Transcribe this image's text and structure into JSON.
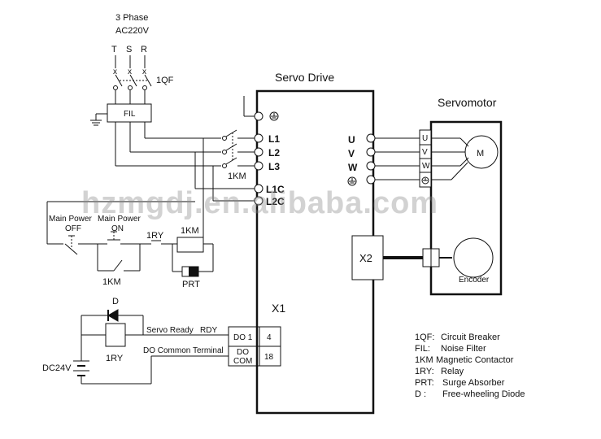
{
  "supply": {
    "title_line1": "3 Phase",
    "title_line2": "AC220V",
    "phases": [
      "T",
      "S",
      "R"
    ],
    "breaker": "1QF",
    "filter": "FIL"
  },
  "drive": {
    "title": "Servo Drive",
    "power_terminals": [
      "L1",
      "L2",
      "L3",
      "L1C",
      "L2C"
    ],
    "motor_terminals": [
      "U",
      "V",
      "W"
    ],
    "x1": "X1",
    "x2": "X2",
    "contactor_label": "1KM"
  },
  "motor": {
    "title": "Servomotor",
    "box_terminals": [
      "U",
      "V",
      "W"
    ],
    "motor_symbol": "M",
    "encoder": "Encoder"
  },
  "control": {
    "main_power_off": "Main Power",
    "off": "OFF",
    "main_power_on": "Main Power",
    "on": "ON",
    "relay": "1RY",
    "contactor_coil": "1KM",
    "self_hold": "1KM",
    "prt": "PRT"
  },
  "io": {
    "diode": "D",
    "relay_coil": "1RY",
    "servo_ready": "Servo Ready",
    "rdy": "RDY",
    "do_common": "DO Common Terminal",
    "do1": "DO 1",
    "do_com_line1": "DO",
    "do_com_line2": "COM",
    "pin4": "4",
    "pin18": "18",
    "supply": "DC24V"
  },
  "legend": [
    {
      "key": "1QF:",
      "value": "Circuit Breaker"
    },
    {
      "key": "FIL:",
      "value": "Noise Filter"
    },
    {
      "key": "1KM",
      "value": "Magnetic Contactor"
    },
    {
      "key": "1RY:",
      "value": "Relay"
    },
    {
      "key": "PRT:",
      "value": "Surge Absorber"
    },
    {
      "key": "D :",
      "value": "Free-wheeling Diode"
    }
  ],
  "watermark": "hzmgdj.en.alibaba.com"
}
